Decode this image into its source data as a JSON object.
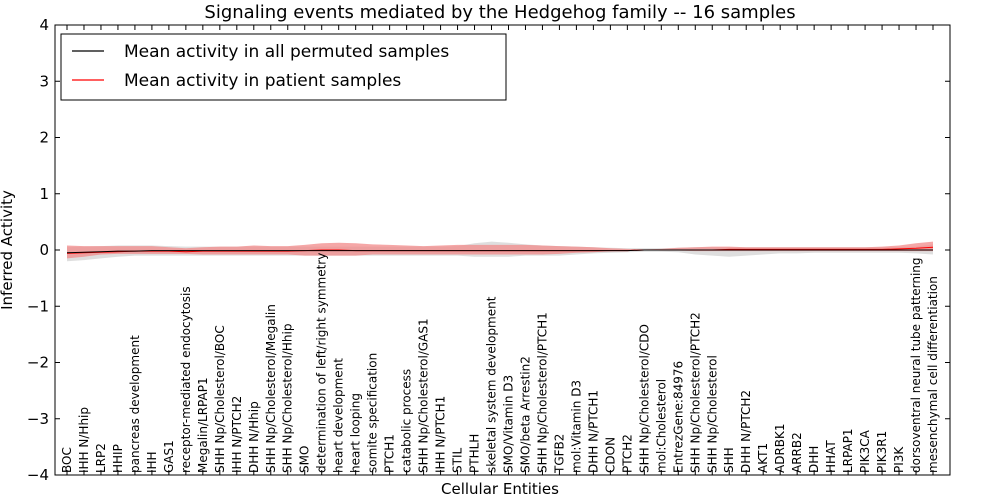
{
  "chart_data": {
    "type": "line",
    "title": "Signaling events mediated by the Hedgehog family -- 16 samples",
    "xlabel": "Cellular Entities",
    "ylabel": "Inferred Activity",
    "ylim": [
      -4,
      4
    ],
    "yticks": [
      -4,
      -3,
      -2,
      -1,
      0,
      1,
      2,
      3,
      4
    ],
    "ytick_labels": [
      "−4",
      "−3",
      "−2",
      "−1",
      "0",
      "1",
      "2",
      "3",
      "4"
    ],
    "grid": false,
    "legend_position": "top-left",
    "colors": {
      "permuted": "#000000",
      "patient": "#ff0000",
      "patient_band": "#f28a8a",
      "permuted_band": "#c8c8c8"
    },
    "categories": [
      "BOC",
      "IHH N/Hhip",
      "LRP2",
      "HHIP",
      "pancreas development",
      "IHH",
      "GAS1",
      "receptor-mediated endocytosis",
      "Megalin/LRPAP1",
      "SHH Np/Cholesterol/BOC",
      "IHH N/PTCH2",
      "DHH N/Hhip",
      "SHH Np/Cholesterol/Megalin",
      "SHH Np/Cholesterol/Hhip",
      "SMO",
      "determination of left/right symmetry",
      "heart development",
      "heart looping",
      "somite specification",
      "PTCH1",
      "catabolic process",
      "SHH Np/Cholesterol/GAS1",
      "IHH N/PTCH1",
      "STIL",
      "PTHLH",
      "skeletal system development",
      "SMO/Vitamin D3",
      "SMO/beta Arrestin2",
      "SHH Np/Cholesterol/PTCH1",
      "TGFB2",
      "mol:Vitamin D3",
      "DHH N/PTCH1",
      "CDON",
      "PTCH2",
      "SHH Np/Cholesterol/CDO",
      "mol:Cholesterol",
      "EntrezGene:84976",
      "SHH Np/Cholesterol/PTCH2",
      "SHH Np/Cholesterol",
      "SHH",
      "DHH N/PTCH2",
      "AKT1",
      "ADRBK1",
      "ARRB2",
      "DHH",
      "HHAT",
      "LRPAP1",
      "PIK3CA",
      "PIK3R1",
      "PI3K",
      "dorsoventral neural tube patterning",
      "mesenchymal cell differentiation"
    ],
    "series": [
      {
        "name": "Mean activity in all permuted samples",
        "values": [
          -0.05,
          -0.04,
          -0.03,
          -0.02,
          -0.02,
          -0.01,
          -0.01,
          -0.01,
          -0.01,
          -0.01,
          -0.01,
          -0.01,
          -0.01,
          -0.01,
          -0.01,
          -0.01,
          -0.01,
          -0.01,
          -0.01,
          -0.01,
          -0.01,
          -0.01,
          -0.01,
          -0.01,
          -0.01,
          -0.01,
          -0.01,
          -0.01,
          -0.01,
          -0.01,
          -0.01,
          -0.01,
          -0.01,
          -0.01,
          0,
          0,
          0,
          0,
          0,
          0,
          0,
          0,
          0,
          0,
          0,
          0,
          0,
          0,
          0,
          0,
          0,
          0
        ],
        "lower": [
          -0.2,
          -0.18,
          -0.15,
          -0.12,
          -0.1,
          -0.1,
          -0.1,
          -0.1,
          -0.1,
          -0.1,
          -0.1,
          -0.1,
          -0.1,
          -0.1,
          -0.1,
          -0.1,
          -0.1,
          -0.1,
          -0.1,
          -0.1,
          -0.1,
          -0.1,
          -0.1,
          -0.1,
          -0.12,
          -0.12,
          -0.12,
          -0.1,
          -0.1,
          -0.1,
          -0.08,
          -0.06,
          -0.05,
          -0.04,
          -0.03,
          -0.03,
          -0.04,
          -0.08,
          -0.1,
          -0.12,
          -0.1,
          -0.08,
          -0.06,
          -0.06,
          -0.05,
          -0.05,
          -0.05,
          -0.05,
          -0.05,
          -0.05,
          -0.06,
          -0.08
        ],
        "upper": [
          0.05,
          0.06,
          0.07,
          0.08,
          0.08,
          0.08,
          0.07,
          0.06,
          0.06,
          0.06,
          0.06,
          0.06,
          0.06,
          0.06,
          0.06,
          0.06,
          0.06,
          0.06,
          0.06,
          0.06,
          0.06,
          0.06,
          0.06,
          0.07,
          0.12,
          0.15,
          0.13,
          0.1,
          0.08,
          0.07,
          0.06,
          0.05,
          0.04,
          0.03,
          0.03,
          0.03,
          0.04,
          0.05,
          0.05,
          0.05,
          0.05,
          0.05,
          0.05,
          0.05,
          0.05,
          0.05,
          0.05,
          0.05,
          0.05,
          0.05,
          0.06,
          0.1
        ]
      },
      {
        "name": "Mean activity in patient samples",
        "values": [
          -0.06,
          -0.05,
          -0.04,
          -0.03,
          -0.02,
          -0.02,
          -0.02,
          -0.03,
          -0.02,
          -0.02,
          -0.02,
          -0.02,
          -0.02,
          -0.02,
          -0.01,
          0,
          0,
          -0.01,
          -0.01,
          -0.01,
          -0.01,
          -0.01,
          -0.01,
          -0.01,
          -0.01,
          -0.01,
          -0.01,
          -0.01,
          -0.01,
          -0.01,
          -0.01,
          -0.01,
          -0.01,
          -0.01,
          0,
          0,
          0,
          0,
          0,
          0.01,
          0.01,
          0.01,
          0.01,
          0.01,
          0.01,
          0.01,
          0.01,
          0.01,
          0.01,
          0.02,
          0.03,
          0.05
        ],
        "lower": [
          -0.15,
          -0.12,
          -0.08,
          -0.07,
          -0.07,
          -0.07,
          -0.07,
          -0.07,
          -0.08,
          -0.08,
          -0.08,
          -0.08,
          -0.08,
          -0.08,
          -0.1,
          -0.1,
          -0.1,
          -0.1,
          -0.08,
          -0.08,
          -0.08,
          -0.08,
          -0.08,
          -0.08,
          -0.08,
          -0.08,
          -0.08,
          -0.08,
          -0.08,
          -0.07,
          -0.05,
          -0.04,
          -0.02,
          -0.01,
          0,
          -0.01,
          -0.01,
          -0.02,
          -0.02,
          -0.02,
          -0.02,
          -0.02,
          -0.02,
          -0.02,
          -0.02,
          -0.02,
          -0.02,
          -0.02,
          -0.02,
          -0.02,
          -0.02,
          -0.02
        ],
        "upper": [
          0.08,
          0.07,
          0.07,
          0.07,
          0.07,
          0.07,
          0.05,
          0.03,
          0.05,
          0.06,
          0.06,
          0.08,
          0.07,
          0.07,
          0.09,
          0.12,
          0.13,
          0.12,
          0.1,
          0.09,
          0.08,
          0.07,
          0.08,
          0.09,
          0.09,
          0.09,
          0.09,
          0.09,
          0.08,
          0.07,
          0.06,
          0.05,
          0.03,
          0.02,
          0.01,
          0.02,
          0.04,
          0.05,
          0.06,
          0.06,
          0.05,
          0.05,
          0.05,
          0.05,
          0.05,
          0.05,
          0.05,
          0.05,
          0.06,
          0.08,
          0.12,
          0.15
        ]
      }
    ]
  }
}
